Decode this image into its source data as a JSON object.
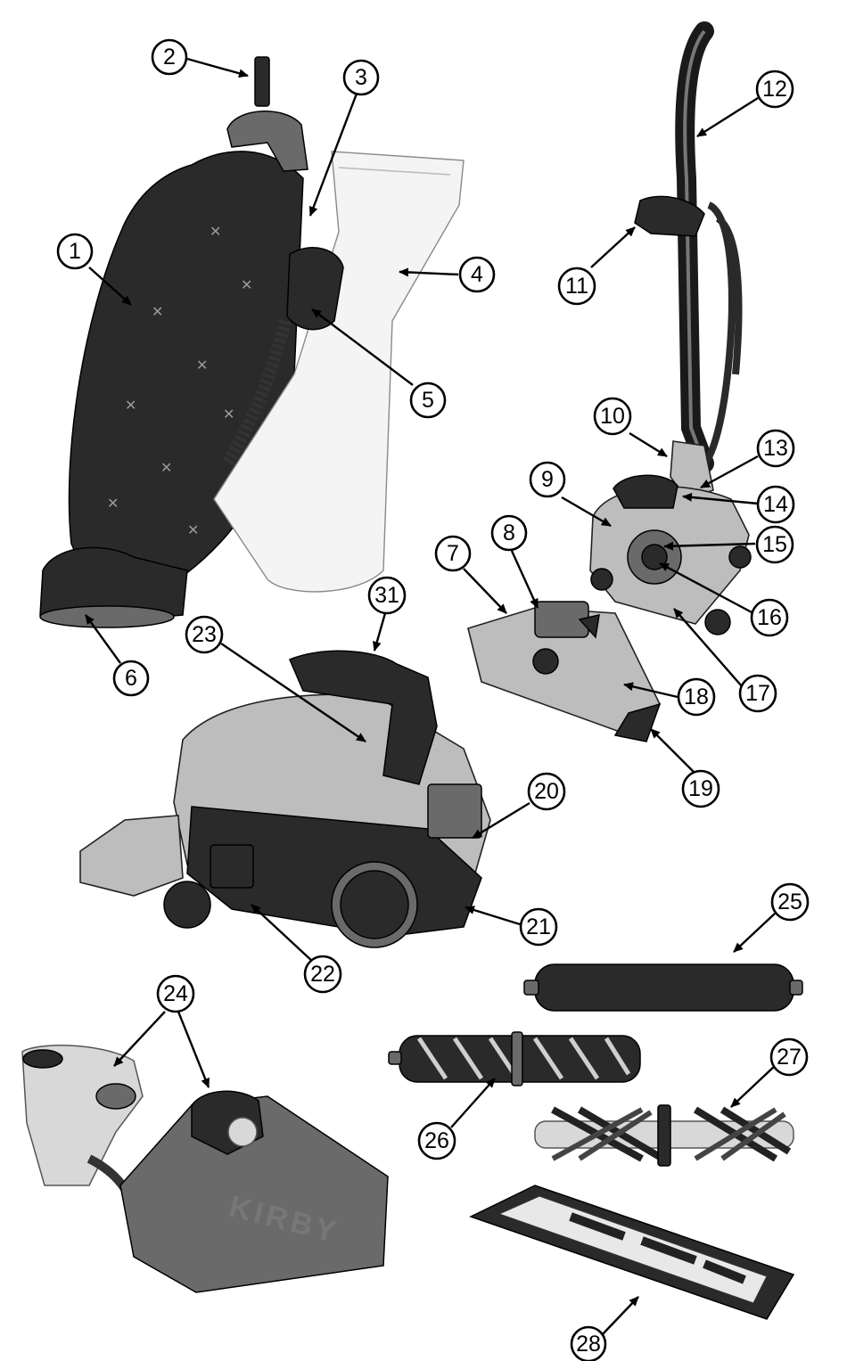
{
  "diagram": {
    "callouts": [
      "1",
      "2",
      "3",
      "4",
      "5",
      "6",
      "7",
      "8",
      "9",
      "10",
      "11",
      "12",
      "13",
      "14",
      "15",
      "16",
      "17",
      "18",
      "19",
      "20",
      "21",
      "22",
      "23",
      "24",
      "25",
      "26",
      "27",
      "28",
      "31"
    ]
  },
  "illustration": {
    "branding_text": "KIRBY"
  },
  "icons": {
    "arrow": "arrowhead-icon"
  },
  "colors": {
    "ink": "#000000",
    "background": "#ffffff"
  }
}
